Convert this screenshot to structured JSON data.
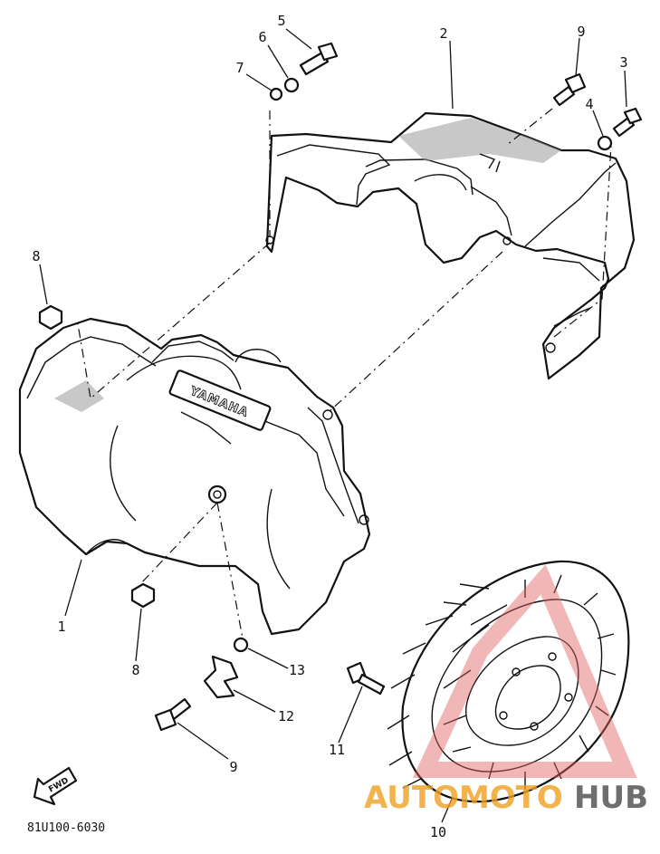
{
  "diagram": {
    "part_labels": [
      {
        "num": "1"
      },
      {
        "num": "2"
      },
      {
        "num": "3"
      },
      {
        "num": "4"
      },
      {
        "num": "5"
      },
      {
        "num": "6"
      },
      {
        "num": "7"
      },
      {
        "num": "8"
      },
      {
        "num": "8"
      },
      {
        "num": "9"
      },
      {
        "num": "9"
      },
      {
        "num": "10"
      },
      {
        "num": "11"
      },
      {
        "num": "12"
      },
      {
        "num": "13"
      }
    ],
    "emboss_text": "YAMAHA",
    "fwd_label": "FWD",
    "drawing_code": "81U100-6030"
  },
  "watermark": {
    "text_left": "AUTOMOTO",
    "text_right": "HUB",
    "color_left": "#f0a020",
    "color_right": "#555555",
    "triangle_color": "#e06060"
  }
}
